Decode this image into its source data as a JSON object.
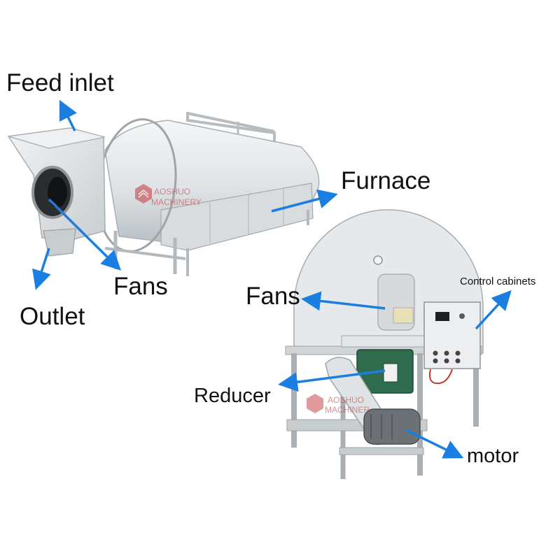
{
  "labels": {
    "feed_inlet": "Feed inlet",
    "furnace": "Furnace",
    "fans_top": "Fans",
    "outlet": "Outlet",
    "fans_bottom": "Fans",
    "control_cabinets": "Control cabinets",
    "reducer": "Reducer",
    "motor": "motor"
  },
  "watermark": {
    "line1": "AOSHUO",
    "line2": "MACHINERY",
    "line2_lower": "MACHINER"
  },
  "colors": {
    "arrow": "#1a7fe0",
    "metal_light": "#e9ecee",
    "metal_mid": "#cfd3d6",
    "metal_dark": "#9aa0a4",
    "reducer_green": "#2f6b4d",
    "watermark_red": "#c2353a",
    "cable_red": "#c0392b"
  },
  "icons": [
    "arrow-icon",
    "aoshuo-logo-icon"
  ]
}
